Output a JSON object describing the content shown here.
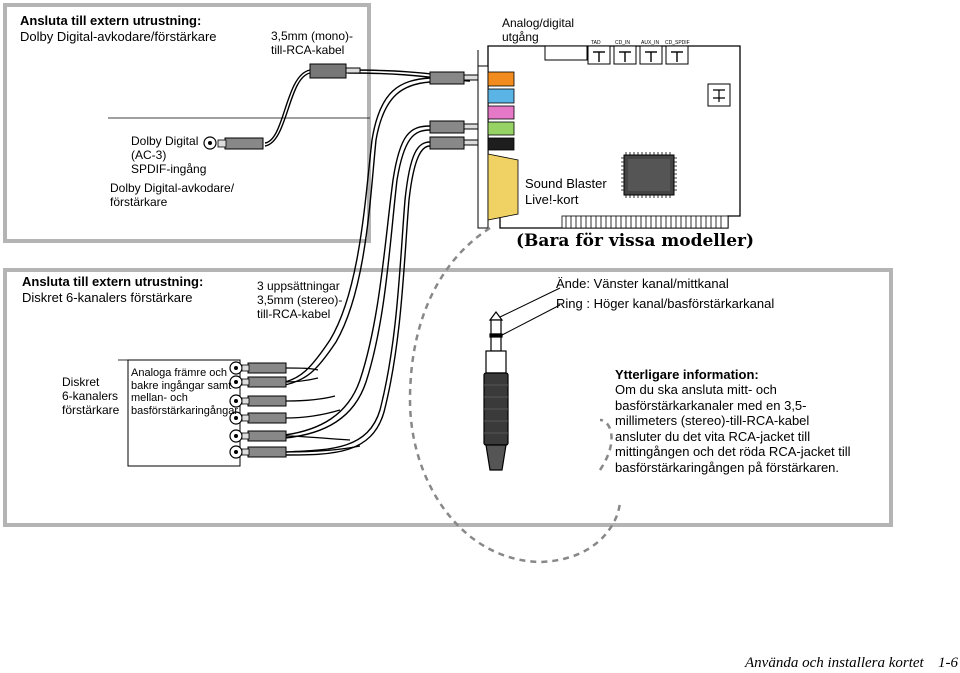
{
  "top_section": {
    "title": "Ansluta till extern utrustning:",
    "subtitle": "Dolby Digital-avkodare/förstärkare",
    "cable_label": "3,5mm (mono)-\ntill-RCA-kabel",
    "output_label": "Analog/digital\nutgång",
    "spdif_label": "Dolby Digital\n(AC-3)\nSPDIF-ingång",
    "device_label": "Dolby Digital-avkodare/\nförstärkare",
    "card_label": "Sound Blaster\nLive!-kort",
    "card_connectors": [
      "TAD",
      "CD_IN",
      "AUX_IN",
      "CD_SPDIF"
    ]
  },
  "models_note": "(Bara för vissa modeller)",
  "bottom_section": {
    "title": "Ansluta till extern utrustning:",
    "subtitle": "Diskret 6-kanalers förstärkare",
    "cable_label": "3 uppsättningar\n3,5mm (stereo)-\ntill-RCA-kabel",
    "tip_label": "Ände: Vänster kanal/mittkanal",
    "ring_label": "Ring : Höger kanal/basförstärkarkanal",
    "amp_label": "Diskret\n6-kanalers\nförstärkare",
    "inputs_label": "Analoga främre och\nbakre ingångar samt\nmellan- och\nbasförstärkaringångar",
    "info_title": "Ytterligare information:",
    "info_text": "Om du ska ansluta mitt- och\nbasförstärkarkanaler med en 3,5-\nmillimeters (stereo)-till-RCA-kabel\nansluter du det vita RCA-jacket till\nmittingången och det röda RCA-jacket till\nbasförstärkaringången på förstärkaren."
  },
  "footer": {
    "text": "Använda och installera kortet",
    "page": "1-6"
  },
  "colors": {
    "frame": "#b4b4b4",
    "orange_jack": "#f28c1e",
    "blue_jack": "#5ab4e6",
    "pink_jack": "#e678c8",
    "green_jack": "#96d264",
    "black_jack": "#1e1e1e",
    "yellow_port": "#f0d264"
  }
}
